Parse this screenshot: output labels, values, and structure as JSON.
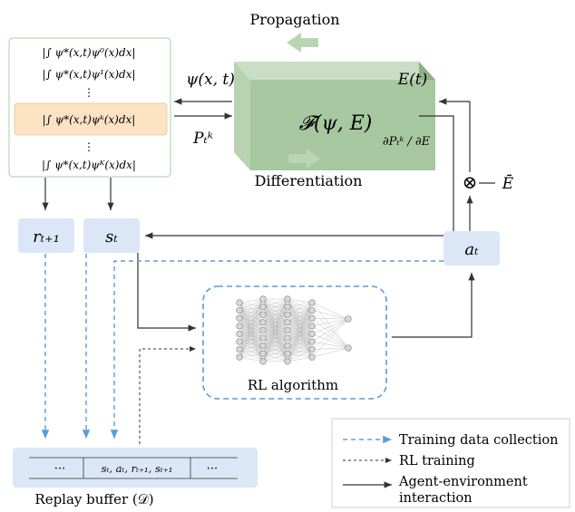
{
  "colors": {
    "box_fill": "#dbe7f7",
    "highlight_fill": "#fbe3c3",
    "cube_front": "#a7c7a0",
    "cube_top": "#c9dec5",
    "cube_side": "#8db088",
    "arrow_green": "#b9d6b3",
    "dashed_blue": "#5b9bd9",
    "panel_border": "#b5d9b0",
    "line": "#333333"
  },
  "labels": {
    "propagation": "Propagation",
    "differentiation": "Differentiation",
    "psi": "ψ(x, t)",
    "P": "Pₜᵏ",
    "dPdE": "∂Pₜᵏ / ∂E",
    "E": "E(t)",
    "Ebar": "Ē",
    "operator": "𝓕(ψ, E)",
    "r": "rₜ₊₁",
    "s": "sₜ",
    "a": "aₜ",
    "rl": "RL algorithm",
    "replay": "Replay buffer (𝒟)",
    "otimes": "⊗"
  },
  "overlap_list": [
    "|∫ ψ*(x,t)ψ⁰(x)dx|",
    "|∫ ψ*(x,t)ψ¹(x)dx|",
    "⋮",
    "|∫ ψ*(x,t)ψᵏ(x)dx|",
    "⋮",
    "|∫ ψ*(x,t)ψᴷ(x)dx|"
  ],
  "buffer_cells": [
    "···",
    "sₜ, aₜ, rₜ₊₁, sₜ₊₁",
    "···"
  ],
  "legend": {
    "dashed": "Training data collection",
    "dotted": "RL training",
    "solid_line1": "Agent-environment",
    "solid_line2": "interaction"
  }
}
